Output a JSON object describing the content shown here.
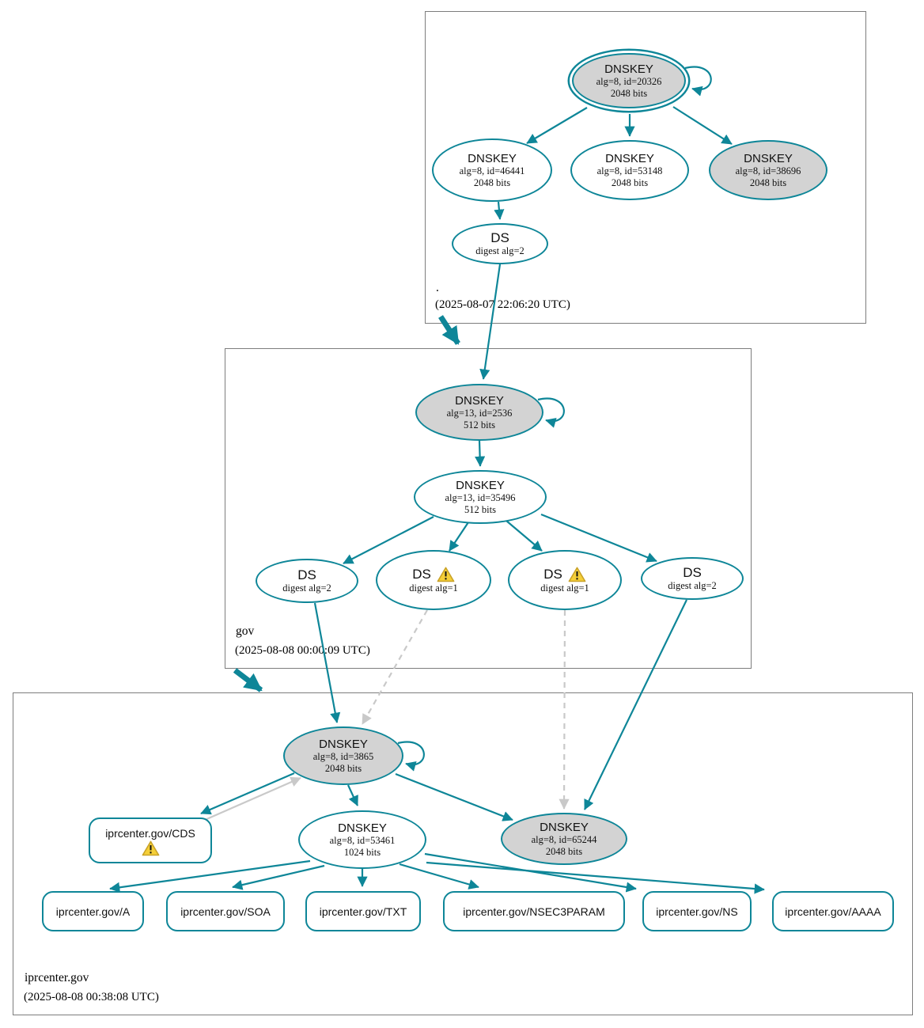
{
  "diagram_type": "DNSSEC authentication chain (DNSViz-style)",
  "colors": {
    "secure_edge_teal": "#0e8698",
    "ksk_fill_gray": "#d3d3d3",
    "insecure_edge_gray": "#c9c9c9",
    "zone_box_border": "#7d7d7d",
    "warning_fill": "#f5cf38",
    "warning_border": "#c9a227"
  },
  "zones": {
    "root": {
      "label": ".",
      "timestamp": "(2025-08-07 22:06:20 UTC)",
      "ksk": {
        "title": "DNSKEY",
        "alg": "alg=8, id=20326",
        "bits": "2048 bits"
      },
      "key46441": {
        "title": "DNSKEY",
        "alg": "alg=8, id=46441",
        "bits": "2048 bits"
      },
      "key53148": {
        "title": "DNSKEY",
        "alg": "alg=8, id=53148",
        "bits": "2048 bits"
      },
      "key38696": {
        "title": "DNSKEY",
        "alg": "alg=8, id=38696",
        "bits": "2048 bits"
      },
      "ds": {
        "title": "DS",
        "digest": "digest alg=2"
      }
    },
    "gov": {
      "label": "gov",
      "timestamp": "(2025-08-08 00:00:09 UTC)",
      "ksk": {
        "title": "DNSKEY",
        "alg": "alg=13, id=2536",
        "bits": "512 bits"
      },
      "zsk": {
        "title": "DNSKEY",
        "alg": "alg=13, id=35496",
        "bits": "512 bits"
      },
      "ds1": {
        "title": "DS",
        "digest": "digest alg=2"
      },
      "ds2": {
        "title": "DS",
        "digest": "digest alg=1",
        "warning": true
      },
      "ds3": {
        "title": "DS",
        "digest": "digest alg=1",
        "warning": true
      },
      "ds4": {
        "title": "DS",
        "digest": "digest alg=2"
      }
    },
    "iprcenter": {
      "label": "iprcenter.gov",
      "timestamp": "(2025-08-08 00:38:08 UTC)",
      "ksk": {
        "title": "DNSKEY",
        "alg": "alg=8, id=3865",
        "bits": "2048 bits"
      },
      "cds": {
        "label": "iprcenter.gov/CDS",
        "warning": true
      },
      "zsk": {
        "title": "DNSKEY",
        "alg": "alg=8, id=53461",
        "bits": "1024 bits"
      },
      "key65244": {
        "title": "DNSKEY",
        "alg": "alg=8, id=65244",
        "bits": "2048 bits"
      },
      "rrsets": {
        "a": "iprcenter.gov/A",
        "soa": "iprcenter.gov/SOA",
        "txt": "iprcenter.gov/TXT",
        "nsec3param": "iprcenter.gov/NSEC3PARAM",
        "ns": "iprcenter.gov/NS",
        "aaaa": "iprcenter.gov/AAAA"
      }
    }
  }
}
